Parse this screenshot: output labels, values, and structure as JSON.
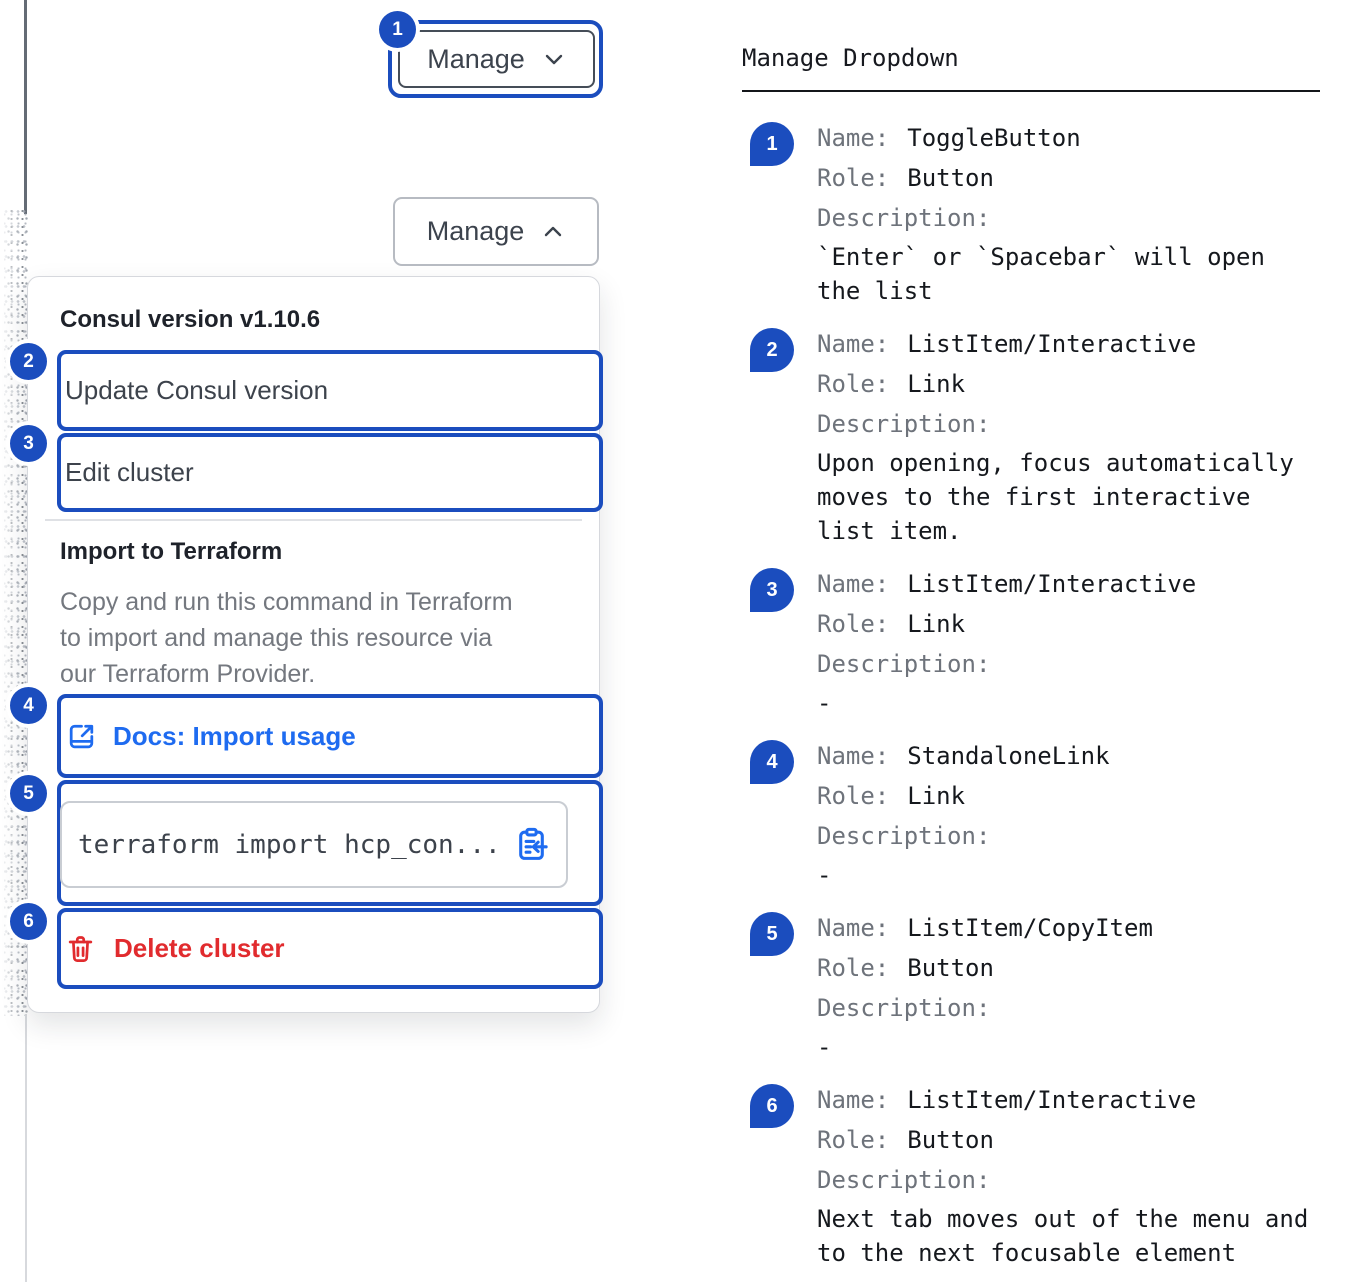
{
  "colors": {
    "annotation_blue": "#1b4dbe",
    "link_blue": "#1e6bf0",
    "danger_red": "#e12b2e"
  },
  "left": {
    "collapsed_button": {
      "badge": "1",
      "label": "Manage",
      "chevron": "chevron-down"
    },
    "expanded_button": {
      "label": "Manage",
      "chevron": "chevron-up"
    },
    "dropdown": {
      "version_header": "Consul version v1.10.6",
      "items": [
        {
          "badge": "2",
          "label": "Update Consul version"
        },
        {
          "badge": "3",
          "label": "Edit cluster"
        }
      ],
      "terraform": {
        "title": "Import to Terraform",
        "description": "Copy and run this command in Terraform\nto import and manage this resource via\nour Terraform Provider.",
        "docs_link": {
          "badge": "4",
          "label": "Docs: Import usage",
          "icon": "docs-link-icon"
        },
        "command": {
          "badge": "5",
          "text": "terraform import hcp_con...",
          "icon": "clipboard-copy-icon"
        }
      },
      "delete": {
        "badge": "6",
        "label": "Delete cluster",
        "icon": "trash-icon"
      }
    }
  },
  "right": {
    "title": "Manage Dropdown",
    "labels": {
      "name": "Name:",
      "role": "Role:",
      "description": "Description:"
    },
    "entries": [
      {
        "badge": "1",
        "name": "ToggleButton",
        "role": "Button",
        "description": "`Enter` or `Spacebar` will open\nthe list"
      },
      {
        "badge": "2",
        "name": "ListItem/Interactive",
        "role": "Link",
        "description": "Upon opening, focus automatically\nmoves to the first interactive\nlist item."
      },
      {
        "badge": "3",
        "name": "ListItem/Interactive",
        "role": "Link",
        "description": "-"
      },
      {
        "badge": "4",
        "name": "StandaloneLink",
        "role": "Link",
        "description": "-"
      },
      {
        "badge": "5",
        "name": "ListItem/CopyItem",
        "role": "Button",
        "description": "-"
      },
      {
        "badge": "6",
        "name": "ListItem/Interactive",
        "role": "Button",
        "description": "Next tab moves out of the menu and\nto the next focusable element"
      }
    ]
  }
}
